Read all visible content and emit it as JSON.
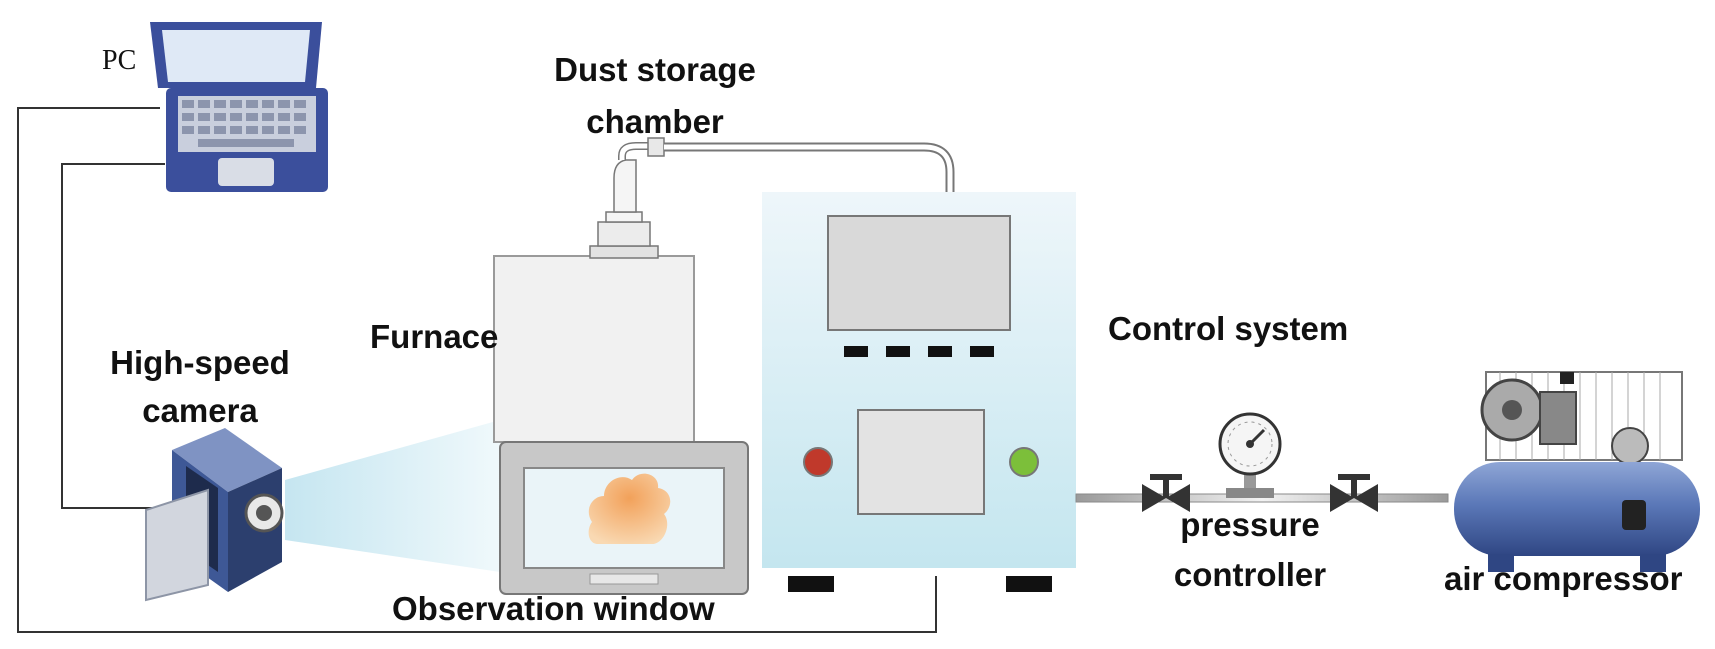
{
  "labels": {
    "pc": "PC",
    "dust_storage_line1": "Dust storage",
    "dust_storage_line2": "chamber",
    "furnace": "Furnace",
    "camera_line1": "High-speed",
    "camera_line2": "camera",
    "control_system": "Control system",
    "pressure_line1": "pressure",
    "pressure_line2": "controller",
    "air_compressor": "air compressor",
    "observation_window": "Observation window"
  },
  "colors": {
    "laptop_frame": "#3b4f9c",
    "laptop_screen": "#dfe9f6",
    "control_box_top": "#eef6fa",
    "control_box_bottom": "#c4e6ef",
    "red_button": "#c0392b",
    "green_button": "#7cbf3a",
    "flame_top": "#f2a15a",
    "flame_bottom": "#f9d9b3",
    "compressor_tank": "#5b78b8",
    "camera_body": "#3e5896"
  },
  "icons": [
    "laptop-icon",
    "camera-icon",
    "furnace-icon",
    "control-cabinet-icon",
    "valve-icon",
    "pressure-gauge-icon",
    "air-compressor-icon"
  ]
}
